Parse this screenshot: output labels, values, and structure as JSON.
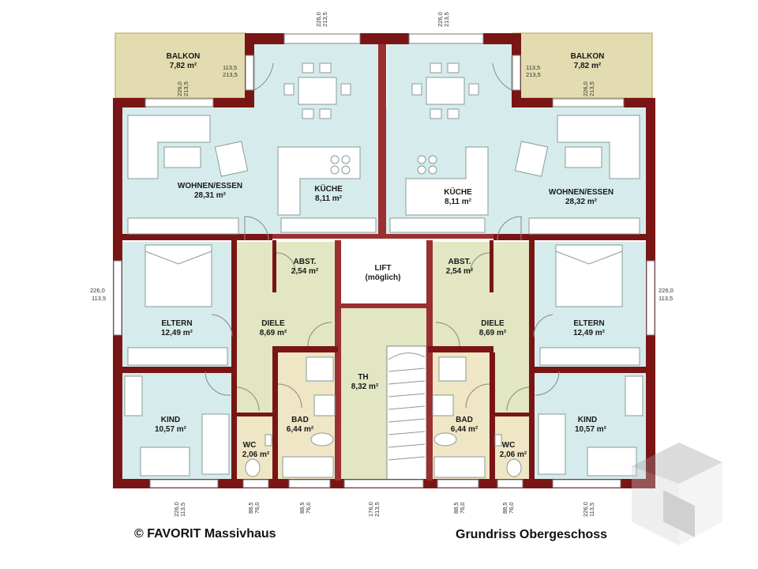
{
  "colors": {
    "wall": "#7a1515",
    "living": "#d6ecec",
    "hall": "#e2e6c2",
    "bath": "#eee6c4",
    "balcony": "#e3dcb0",
    "lift": "#ffffff",
    "caption_text": "#111111"
  },
  "rooms": {
    "balkon_left": {
      "name": "BALKON",
      "area": "7,82 m²"
    },
    "balkon_right": {
      "name": "BALKON",
      "area": "7,82 m²"
    },
    "wohnen_left": {
      "name": "WOHNEN/ESSEN",
      "area": "28,31 m²"
    },
    "wohnen_right": {
      "name": "WOHNEN/ESSEN",
      "area": "28,32 m²"
    },
    "kueche_left": {
      "name": "KÜCHE",
      "area": "8,11 m²"
    },
    "kueche_right": {
      "name": "KÜCHE",
      "area": "8,11 m²"
    },
    "abst_left": {
      "name": "ABST.",
      "area": "2,54 m²"
    },
    "abst_right": {
      "name": "ABST.",
      "area": "2,54 m²"
    },
    "lift": {
      "name": "LIFT",
      "note": "(möglich)"
    },
    "eltern_left": {
      "name": "ELTERN",
      "area": "12,49 m²"
    },
    "eltern_right": {
      "name": "ELTERN",
      "area": "12,49 m²"
    },
    "diele_left": {
      "name": "DIELE",
      "area": "8,69 m²"
    },
    "diele_right": {
      "name": "DIELE",
      "area": "8,69 m²"
    },
    "th": {
      "name": "TH",
      "area": "8,32 m²"
    },
    "bad_left": {
      "name": "BAD",
      "area": "6,44 m²"
    },
    "bad_right": {
      "name": "BAD",
      "area": "6,44 m²"
    },
    "kind_left": {
      "name": "KIND",
      "area": "10,57 m²"
    },
    "kind_right": {
      "name": "KIND",
      "area": "10,57 m²"
    },
    "wc_left": {
      "name": "WC",
      "area": "2,06 m²"
    },
    "wc_right": {
      "name": "WC",
      "area": "2,06 m²"
    }
  },
  "dimensions": {
    "top_left": [
      "226,0",
      "213,5"
    ],
    "top_right": [
      "226,0",
      "213,5"
    ],
    "balkon_left_side": [
      "113,5",
      "213,5"
    ],
    "balkon_right_side": [
      "113,5",
      "213,5"
    ],
    "balkon_left_bottom": [
      "226,0",
      "213,5"
    ],
    "balkon_right_bottom": [
      "226,0",
      "213,5"
    ],
    "side_left": [
      "226,0",
      "113,5"
    ],
    "side_right": [
      "226,0",
      "113,5"
    ],
    "bottom_1": [
      "226,0",
      "113,5"
    ],
    "bottom_2": [
      "88,5",
      "76,0"
    ],
    "bottom_3": [
      "88,5",
      "76,0"
    ],
    "bottom_4": [
      "176,0",
      "213,5"
    ],
    "bottom_5": [
      "88,5",
      "76,0"
    ],
    "bottom_6": [
      "88,5",
      "76,0"
    ],
    "bottom_7": [
      "226,0",
      "113,5"
    ]
  },
  "captions": {
    "copyright": "© FAVORIT Massivhaus",
    "title": "Grundriss Obergeschoss"
  },
  "icons": {
    "logo": "cube-logo-icon"
  }
}
